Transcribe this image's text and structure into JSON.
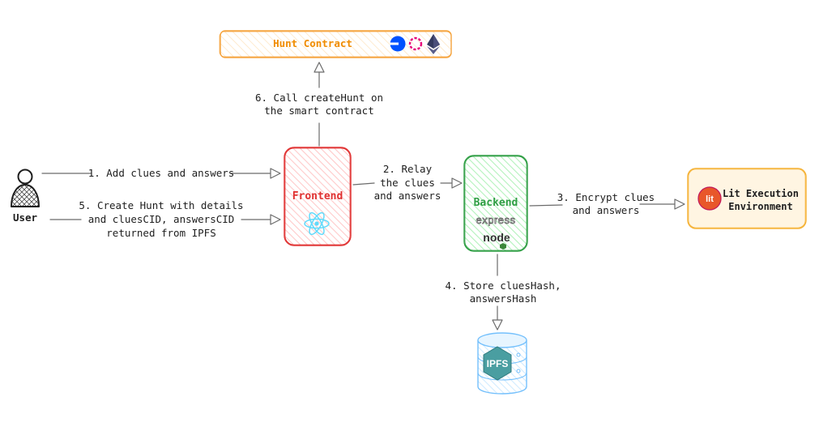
{
  "nodes": {
    "hunt_contract": {
      "label": "Hunt Contract"
    },
    "frontend": {
      "label": "Frontend"
    },
    "backend": {
      "label": "Backend"
    },
    "lit": {
      "label_line1": "Lit Execution",
      "label_line2": "Environment",
      "logo_text": "lit"
    },
    "user": {
      "label": "User"
    },
    "ipfs": {
      "label": "IPFS"
    },
    "express": {
      "label": "express"
    },
    "node": {
      "label": "node"
    }
  },
  "edges": {
    "step1": {
      "line1": "1. Add clues and answers"
    },
    "step2": {
      "line1": "2. Relay",
      "line2": "the clues",
      "line3": "and answers"
    },
    "step3": {
      "line1": "3. Encrypt clues",
      "line2": "and answers"
    },
    "step4": {
      "line1": "4. Store cluesHash,",
      "line2": "answersHash"
    },
    "step5": {
      "line1": "5. Create Hunt with details",
      "line2": "and cluesCID, answersCID",
      "line3": "returned from IPFS"
    },
    "step6": {
      "line1": "6. Call createHunt on",
      "line2": "the smart contract"
    }
  },
  "colors": {
    "hunt_contract_text": "#f08c00",
    "hunt_contract_stroke": "#f5a33c",
    "frontend_stroke": "#e03131",
    "frontend_fill": "#ffc9c9",
    "backend_stroke": "#2f9e44",
    "backend_fill": "#b2f2bb",
    "lit_stroke": "#f5b133",
    "lit_fill": "#fff3dc",
    "ipfs_fill": "#e7f5ff",
    "ipfs_stroke": "#74c0fc",
    "ipfs_logo": "#4a9ea1",
    "react": "#61dafb",
    "arrow": "#6b6b6b"
  },
  "icons": [
    "user-icon",
    "react-icon",
    "express-logo",
    "node-logo",
    "ipfs-logo",
    "lit-logo",
    "base-logo",
    "polkadot-logo",
    "ethereum-logo"
  ]
}
